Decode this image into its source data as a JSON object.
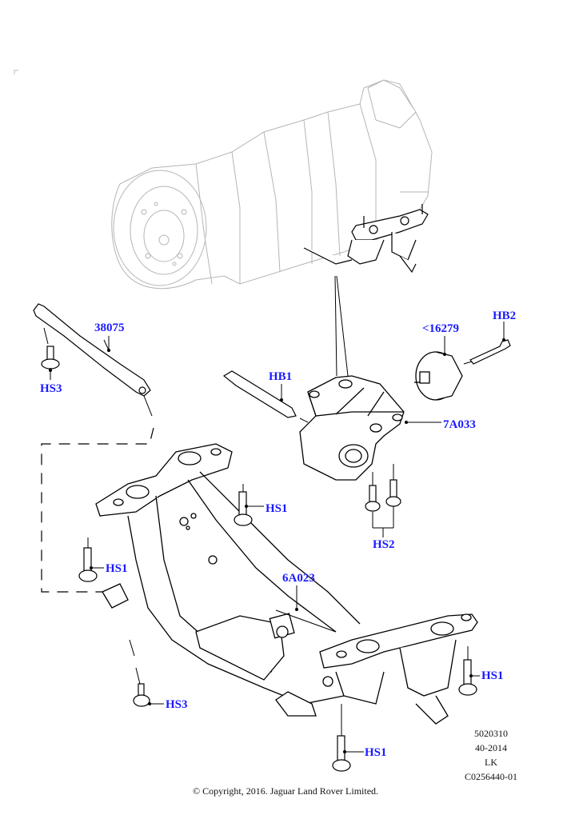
{
  "diagram": {
    "title_components": [
      "transmission",
      "transmission-mount",
      "crossmember",
      "support-strut",
      "damper"
    ],
    "callouts": [
      {
        "id": "38075",
        "label": "38075"
      },
      {
        "id": "HS3-top",
        "label": "HS3"
      },
      {
        "id": "HB1",
        "label": "HB1"
      },
      {
        "id": "16279",
        "label": "<16279"
      },
      {
        "id": "HB2",
        "label": "HB2"
      },
      {
        "id": "7A033",
        "label": "7A033"
      },
      {
        "id": "HS1-center",
        "label": "HS1"
      },
      {
        "id": "HS2",
        "label": "HS2"
      },
      {
        "id": "HS1-left",
        "label": "HS1"
      },
      {
        "id": "6A023",
        "label": "6A023"
      },
      {
        "id": "HS1-right",
        "label": "HS1"
      },
      {
        "id": "HS3-bottom",
        "label": "HS3"
      },
      {
        "id": "HS1-bottom",
        "label": "HS1"
      }
    ],
    "callout_color": "#1a1aff",
    "line_color": "#000000"
  },
  "meta": {
    "lines": [
      "5020310",
      "40-2014",
      "LK",
      "C0256440-01"
    ]
  },
  "footer": {
    "copyright": "© Copyright, 2016. Jaguar Land Rover Limited."
  }
}
